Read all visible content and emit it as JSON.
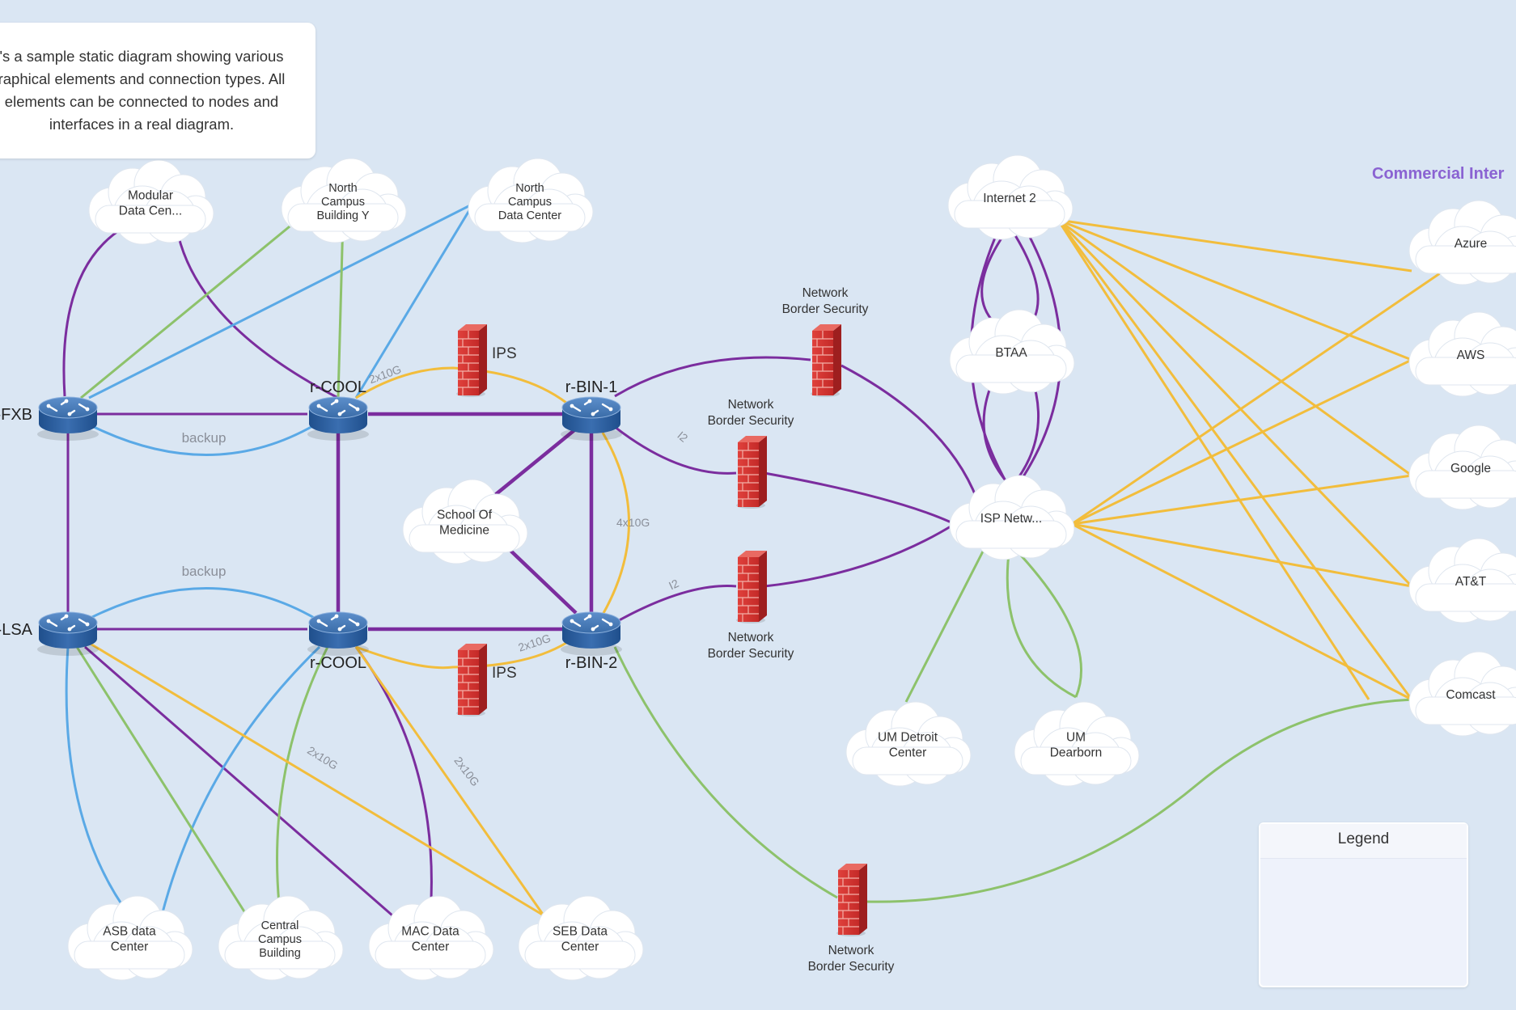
{
  "info_text": "'s a sample static diagram showing various raphical elements and connection types. All elements can be connected to nodes and interfaces in a real diagram.",
  "legend_title": "Legend",
  "group_title": "Commercial Inter",
  "colors": {
    "background": "#dae6f3",
    "purple": "#7b2d9e",
    "blue": "#5aa9e6",
    "green": "#8dc26b",
    "yellow": "#f2bd3c",
    "group_title": "#8a63d2"
  },
  "routers": [
    {
      "id": "r1",
      "label": "-FXB"
    },
    {
      "id": "r2",
      "label": "r-COOL"
    },
    {
      "id": "r3",
      "label": "r-BIN-1"
    },
    {
      "id": "r4",
      "label": "-LSA"
    },
    {
      "id": "r5",
      "label": "r-COOL"
    },
    {
      "id": "r6",
      "label": "r-BIN-2"
    }
  ],
  "clouds": [
    {
      "id": "c_mod",
      "lines": [
        "Modular",
        "Data Cen..."
      ]
    },
    {
      "id": "c_ncby",
      "lines": [
        "North",
        "Campus",
        "Building Y"
      ]
    },
    {
      "id": "c_ncdc",
      "lines": [
        "North",
        "Campus",
        "Data Center"
      ]
    },
    {
      "id": "c_som",
      "lines": [
        "School Of",
        "Medicine"
      ]
    },
    {
      "id": "c_i2",
      "lines": [
        "Internet 2"
      ]
    },
    {
      "id": "c_btaa",
      "lines": [
        "BTAA"
      ]
    },
    {
      "id": "c_isp",
      "lines": [
        "ISP Netw..."
      ]
    },
    {
      "id": "c_umd",
      "lines": [
        "UM Detroit",
        "Center"
      ]
    },
    {
      "id": "c_umdb",
      "lines": [
        "UM",
        "Dearborn"
      ]
    },
    {
      "id": "c_azure",
      "lines": [
        "Azure"
      ]
    },
    {
      "id": "c_aws",
      "lines": [
        "AWS"
      ]
    },
    {
      "id": "c_google",
      "lines": [
        "Google"
      ]
    },
    {
      "id": "c_att",
      "lines": [
        "AT&T"
      ]
    },
    {
      "id": "c_comcast",
      "lines": [
        "Comcast"
      ]
    },
    {
      "id": "c_asb",
      "lines": [
        "ASB data",
        "Center"
      ]
    },
    {
      "id": "c_ccb",
      "lines": [
        "Central",
        "Campus",
        "Building"
      ]
    },
    {
      "id": "c_mac",
      "lines": [
        "MAC Data",
        "Center"
      ]
    },
    {
      "id": "c_seb",
      "lines": [
        "SEB Data",
        "Center"
      ]
    }
  ],
  "firewalls": [
    {
      "id": "fw_ips1",
      "lines": [
        "IPS"
      ]
    },
    {
      "id": "fw_ips2",
      "lines": [
        "IPS"
      ]
    },
    {
      "id": "fw_nbs1",
      "lines": [
        "Network",
        "Border Security"
      ]
    },
    {
      "id": "fw_nbs2",
      "lines": [
        "Network",
        "Border Security"
      ]
    },
    {
      "id": "fw_nbs3",
      "lines": [
        "Network",
        "Border Security"
      ]
    },
    {
      "id": "fw_nbs4",
      "lines": [
        "Network",
        "Border Security"
      ]
    }
  ],
  "link_labels": [
    {
      "id": "l_backup1",
      "text": "backup"
    },
    {
      "id": "l_backup2",
      "text": "backup"
    },
    {
      "id": "l_2x10g_a",
      "text": "2x10G"
    },
    {
      "id": "l_2x10g_b",
      "text": "2x10G"
    },
    {
      "id": "l_4x10g",
      "text": "4x10G"
    },
    {
      "id": "l_i2_a",
      "text": "I2"
    },
    {
      "id": "l_i2_b",
      "text": "I2"
    },
    {
      "id": "l_2x10g_c",
      "text": "2x10G"
    },
    {
      "id": "l_2x10g_d",
      "text": "2x10G"
    }
  ]
}
